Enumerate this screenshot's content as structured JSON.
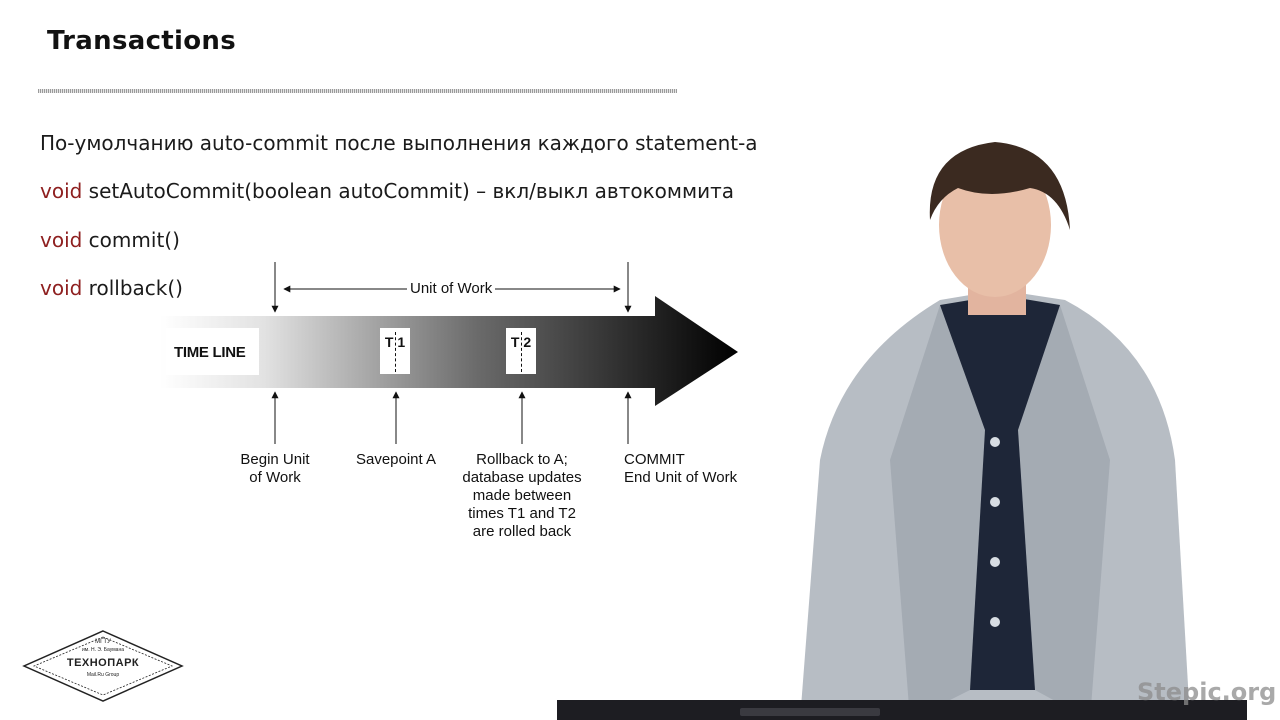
{
  "slide": {
    "title": "Transactions"
  },
  "lines": [
    {
      "text": "По-умолчанию auto-commit после выполнения каждого statement-а"
    },
    {
      "keyword": "void",
      "text": " setAutoCommit(boolean autoCommit) – вкл/выкл автокоммита"
    },
    {
      "keyword": "void",
      "text": " commit()"
    },
    {
      "keyword": "void",
      "text": " rollback()"
    }
  ],
  "diagram": {
    "timeline_label": "TIME LINE",
    "unit_of_work": "Unit of Work",
    "t1": "T 1",
    "t2": "T 2",
    "labels": {
      "begin_1": "Begin Unit",
      "begin_2": "of Work",
      "savepoint": "Savepoint A",
      "rollback_1": "Rollback to A;",
      "rollback_2": "database updates",
      "rollback_3": "made between",
      "rollback_4": "times T1 and T2",
      "rollback_5": "are rolled back",
      "commit_1": "COMMIT",
      "commit_2": "End Unit of Work"
    }
  },
  "logo": {
    "line1": "МГТУ",
    "line2": "им. Н. Э. Баумана",
    "line3": "ТЕХНОПАРК",
    "line4": "Mail.Ru Group"
  },
  "watermark": "Stepic.org"
}
